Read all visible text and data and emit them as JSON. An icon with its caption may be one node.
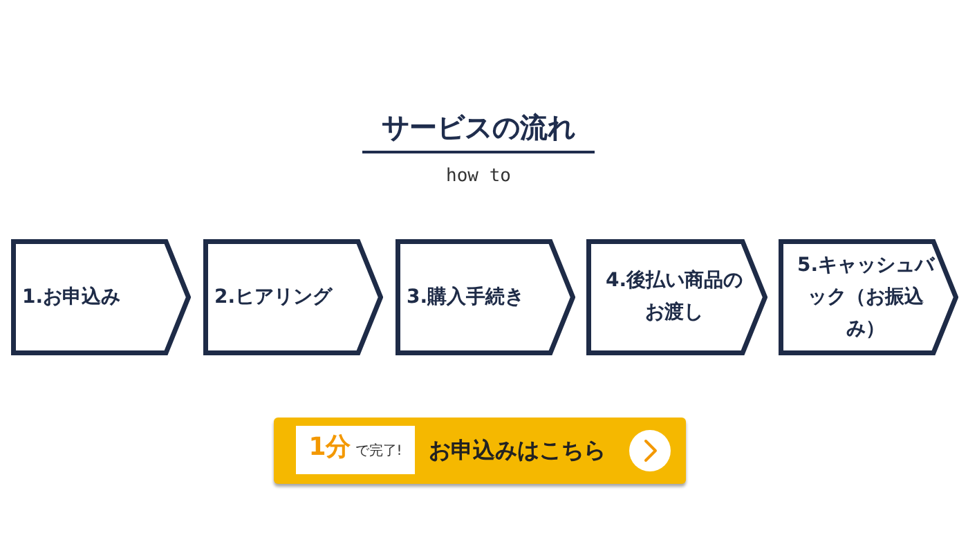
{
  "diagram": {
    "title": "サービスの流れ",
    "nodes": [
      {
        "text": [
          "1.お申込み"
        ]
      },
      {
        "text": [
          "2.ヒアリング"
        ]
      },
      {
        "text": [
          "3.購入手続き"
        ]
      },
      {
        "text": [
          "4.後払い商品のお渡し"
        ]
      },
      {
        "text": [
          "5.キャッシュバック（お振込み）"
        ]
      },
      {
        "text": [
          "お申込みはこちら"
        ]
      },
      {
        "text": [
          "**1分**で完了!"
        ],
        "in": 5
      }
    ],
    "labels": [
      "how to"
    ]
  }
}
